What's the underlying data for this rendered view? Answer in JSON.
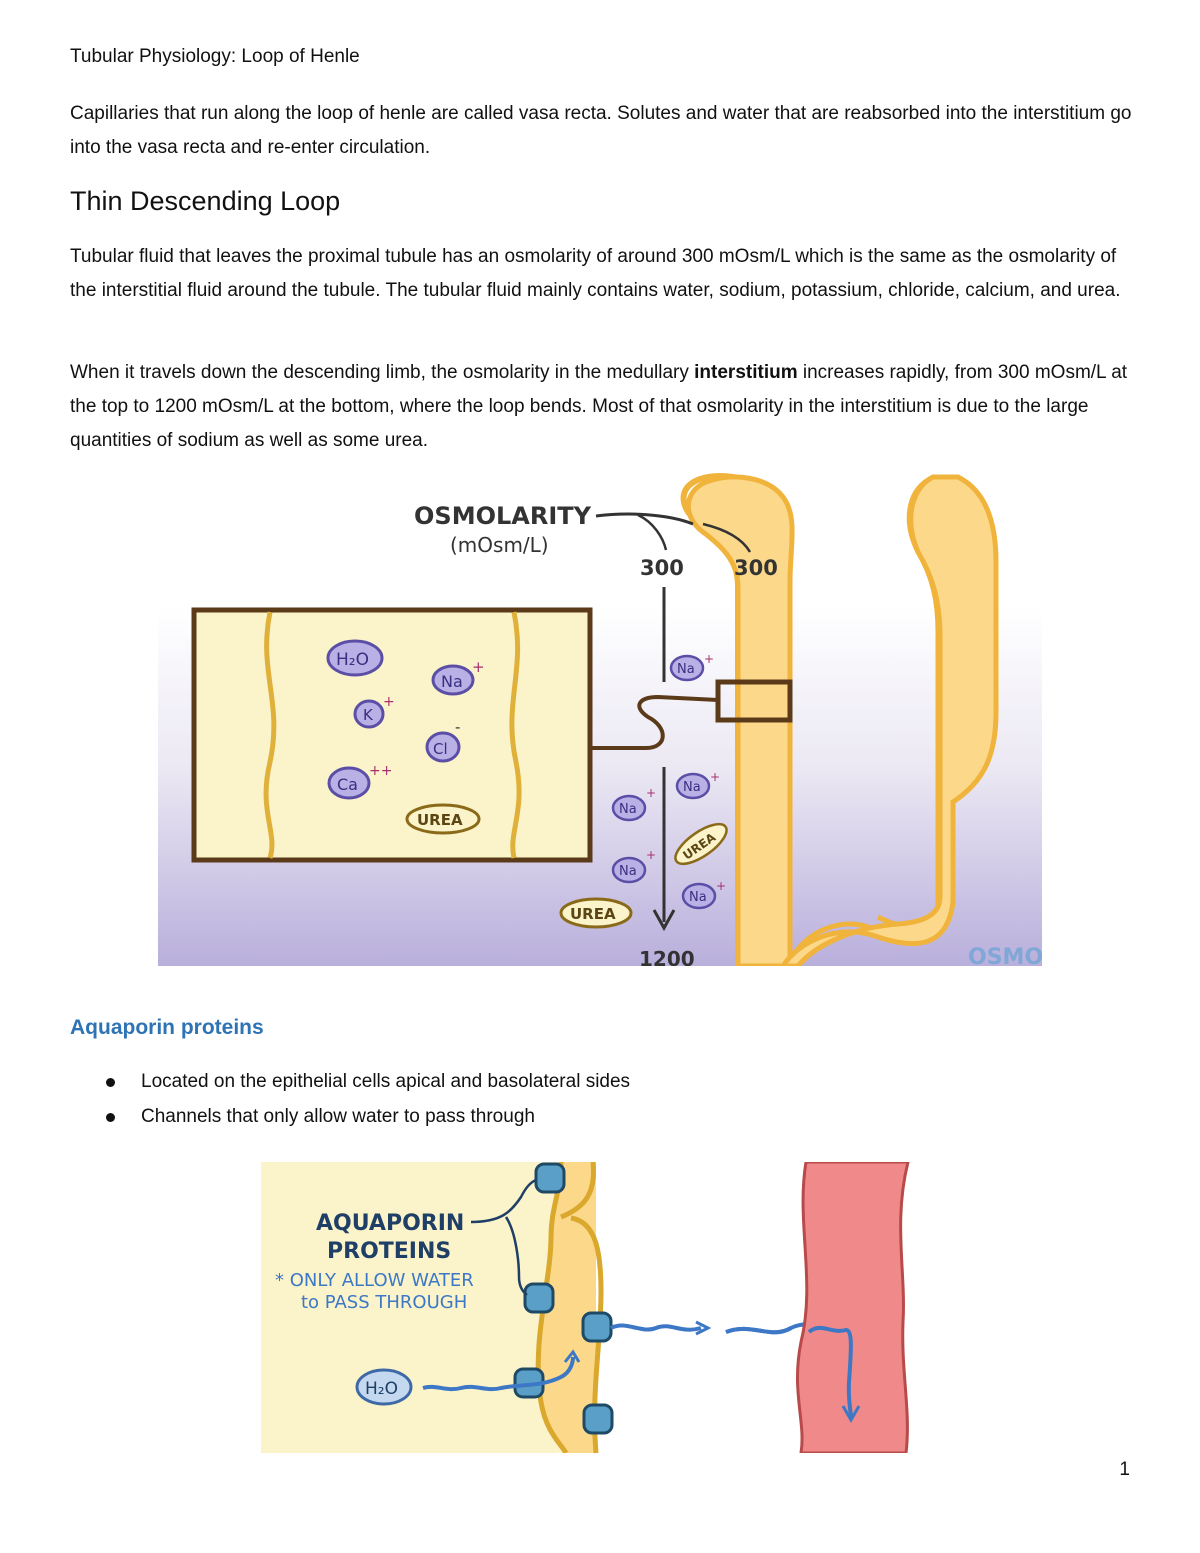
{
  "header": {
    "title": "Tubular Physiology: Loop of Henle"
  },
  "intro": "Capillaries that run along the loop of henle are called vasa recta.  Solutes and water that are reabsorbed into the interstitium go into the vasa recta and re-enter circulation.",
  "section1": {
    "heading": "Thin Descending Loop",
    "para1": "Tubular fluid that leaves the proximal tubule has an osmolarity of around 300 mOsm/L which is the same as the osmolarity of the interstitial fluid around the tubule.  The tubular fluid mainly contains water, sodium, potassium, chloride, calcium, and urea.",
    "para2": {
      "before": "When it travels down the descending limb, the osmolarity in the medullary ",
      "bold": "interstitium",
      "after": " increases rapidly, from 300 mOsm/L at the top to 1200 mOsm/L at the bottom, where the loop bends.  Most of that osmolarity in the interstitium is due to the large quantities of sodium as well as some urea."
    }
  },
  "figure1": {
    "title": "OSMOLARITY",
    "unit": "(mOsm/L)",
    "value_left": "300",
    "value_right": "300",
    "value_bottom": "1200",
    "h2o": "H₂O",
    "na": "Na",
    "k": "K",
    "cl": "Cl",
    "ca": "Ca",
    "urea": "UREA",
    "plus": "+",
    "plusplus": "++",
    "minus": "-",
    "watermark": "OSMO"
  },
  "section2": {
    "heading": "Aquaporin proteins",
    "bullets": [
      "Located on the epithelial cells apical and basolateral sides",
      "Channels that only allow water to pass through"
    ]
  },
  "figure2": {
    "title_line1": "AQUAPORIN",
    "title_line2": "PROTEINS",
    "note_line1": "* ONLY ALLOW WATER",
    "note_line2": "to PASS THROUGH",
    "h2o": "H₂O"
  },
  "footer": {
    "page_number": "1"
  },
  "colors": {
    "heading_blue": "#2e74b5",
    "tubule_yellow": "#fcd98a",
    "tubule_outline": "#f0b43c",
    "interstitium_purple": "#c9c2e0",
    "ion_purple": "#b9b0e6",
    "vessel_red": "#f08a8a",
    "arrow_blue": "#3d78c6",
    "aquaporin_blue": "#5a9fc8"
  }
}
